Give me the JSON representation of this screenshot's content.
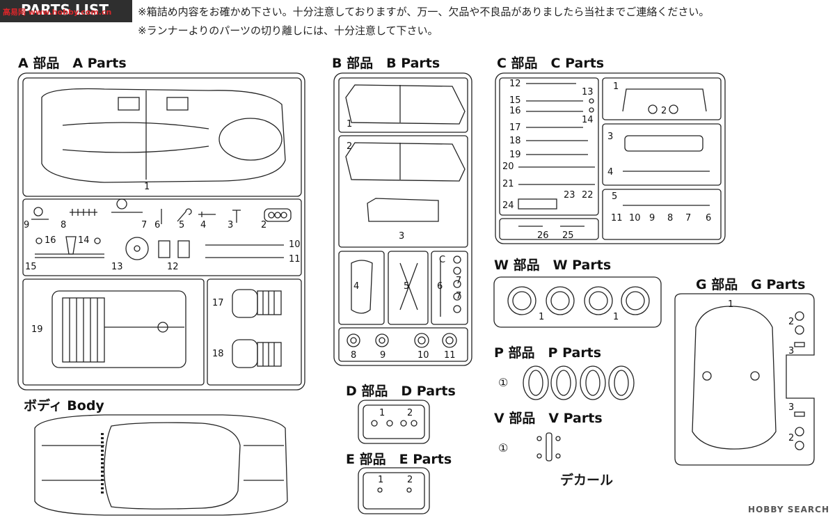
{
  "header": {
    "title": "PARTS LIST",
    "watermark": "高易网 www.hobby.com.cn",
    "notes": [
      "※箱詰め内容をお確かめ下さい。十分注意しておりますが、万一、欠品や不良品がありましたら当社までご連絡ください。",
      "※ランナーよりのパーツの切り離しには、十分注意して下さい。"
    ]
  },
  "sections": {
    "A": "A 部品　A Parts",
    "B": "B 部品　B Parts",
    "C": "C 部品　C Parts",
    "W": "W 部品　W Parts",
    "G": "G 部品　G Parts",
    "P": "P 部品　P Parts",
    "D": "D 部品　D Parts",
    "E": "E 部品　E Parts",
    "V": "V 部品　V Parts",
    "body": "ボディ Body"
  },
  "decal_label": "デカール",
  "footer_logo": "HOBBY SEARCH",
  "part_numbers": {
    "a": [
      "1",
      "2",
      "3",
      "4",
      "5",
      "6",
      "7",
      "8",
      "9",
      "10",
      "11",
      "12",
      "13",
      "14",
      "15",
      "16",
      "17",
      "18",
      "19"
    ],
    "b": [
      "1",
      "2",
      "3",
      "4",
      "5",
      "6",
      "7",
      "7",
      "8",
      "9",
      "10",
      "11"
    ],
    "c": [
      "1",
      "2",
      "3",
      "4",
      "5",
      "6",
      "7",
      "8",
      "9",
      "10",
      "11",
      "12",
      "13",
      "14",
      "15",
      "16",
      "17",
      "18",
      "19",
      "20",
      "21",
      "22",
      "23",
      "24",
      "25",
      "26"
    ],
    "w": [
      "1",
      "1"
    ],
    "g": [
      "1",
      "2",
      "2",
      "3",
      "3"
    ],
    "d": [
      "1",
      "2"
    ],
    "e": [
      "1",
      "2"
    ],
    "p": "①",
    "v": "①",
    "b_tag": "C"
  }
}
